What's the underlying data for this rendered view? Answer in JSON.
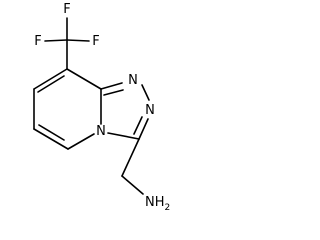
{
  "molecule": {
    "atoms": {
      "f_top": "F",
      "f_left": "F",
      "f_right": "F",
      "n_triazole_upper": "N",
      "n_triazole_lower": "N",
      "n_bridgehead": "N",
      "amine_n": "NH",
      "amine_h_count": "2"
    }
  }
}
